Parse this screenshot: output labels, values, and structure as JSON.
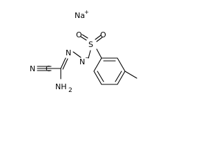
{
  "molecule": {
    "counterion": {
      "symbol": "Na",
      "charge": "+"
    },
    "atoms": {
      "nitrile_n": "N",
      "nitrile_c": "C",
      "amine": "NH",
      "amine_subscript": "2",
      "hydrazone_n1": "N",
      "hydrazone_n2": "N",
      "anion_charge": "−",
      "sulfur": "S",
      "oxygen_left": "O",
      "oxygen_right": "O"
    }
  }
}
